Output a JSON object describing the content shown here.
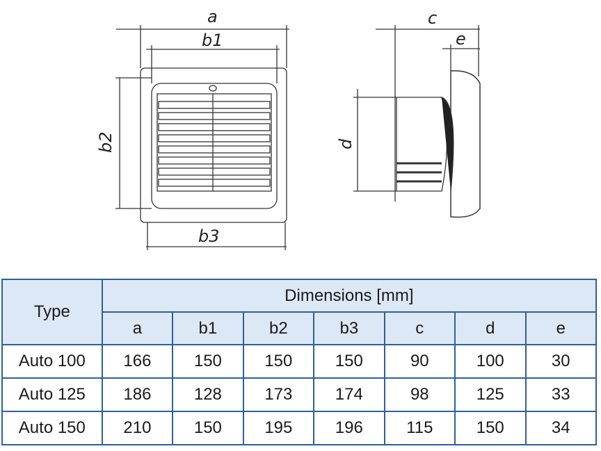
{
  "drawing": {
    "front_labels": {
      "a": "a",
      "b1": "b1",
      "b2": "b2",
      "b3": "b3"
    },
    "side_labels": {
      "c": "c",
      "e": "e",
      "d": "d"
    }
  },
  "table": {
    "type_header": "Type",
    "group_header": "Dimensions [mm]",
    "columns": [
      "a",
      "b1",
      "b2",
      "b3",
      "c",
      "d",
      "e"
    ],
    "rows": [
      {
        "type": "Auto 100",
        "values": [
          "166",
          "150",
          "150",
          "150",
          "90",
          "100",
          "30"
        ]
      },
      {
        "type": "Auto 125",
        "values": [
          "186",
          "128",
          "173",
          "174",
          "98",
          "125",
          "33"
        ]
      },
      {
        "type": "Auto 150",
        "values": [
          "210",
          "150",
          "195",
          "196",
          "115",
          "150",
          "34"
        ]
      }
    ]
  }
}
